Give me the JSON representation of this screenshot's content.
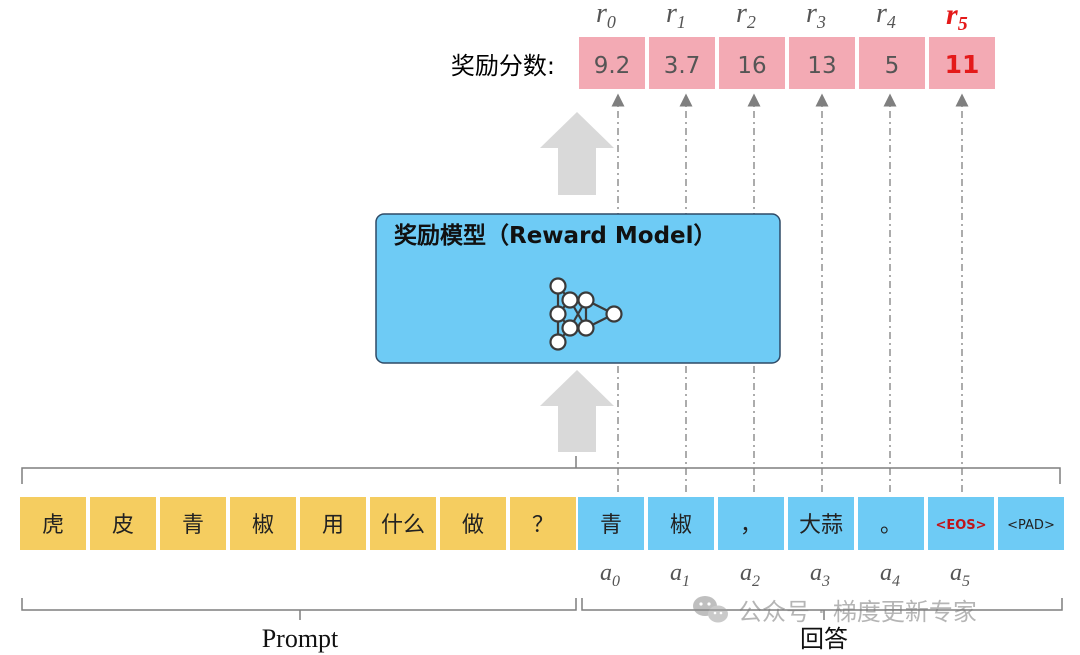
{
  "reward_label": "奖励分数:",
  "reward_subscripts": [
    {
      "letter": "r",
      "sub": "0"
    },
    {
      "letter": "r",
      "sub": "1"
    },
    {
      "letter": "r",
      "sub": "2"
    },
    {
      "letter": "r",
      "sub": "3"
    },
    {
      "letter": "r",
      "sub": "4"
    },
    {
      "letter": "r",
      "sub": "5"
    }
  ],
  "reward_values": [
    "9.2",
    "3.7",
    "16",
    "13",
    "5",
    "11"
  ],
  "model_title": "奖励模型（Reward Model）",
  "prompt_tokens": [
    "虎",
    "皮",
    "青",
    "椒",
    "用",
    "什么",
    "做",
    "？"
  ],
  "response_tokens": [
    "青",
    "椒",
    "，",
    "大蒜",
    "。",
    "<EOS>",
    "<PAD>"
  ],
  "action_subscripts": [
    {
      "letter": "a",
      "sub": "0"
    },
    {
      "letter": "a",
      "sub": "1"
    },
    {
      "letter": "a",
      "sub": "2"
    },
    {
      "letter": "a",
      "sub": "3"
    },
    {
      "letter": "a",
      "sub": "4"
    },
    {
      "letter": "a",
      "sub": "5"
    }
  ],
  "prompt_label": "Prompt",
  "response_label": "回答",
  "watermark": "公众号 · 梯度更新专家",
  "colors": {
    "prompt_token_bg": "#f5cd60",
    "response_token_bg": "#6ecbf5",
    "reward_bg": "#f3aab4",
    "model_bg": "#6ecbf5",
    "highlight_red": "#e41a1a",
    "arrow_gray": "#d9d9d9",
    "line_gray": "#7f7f7f"
  }
}
